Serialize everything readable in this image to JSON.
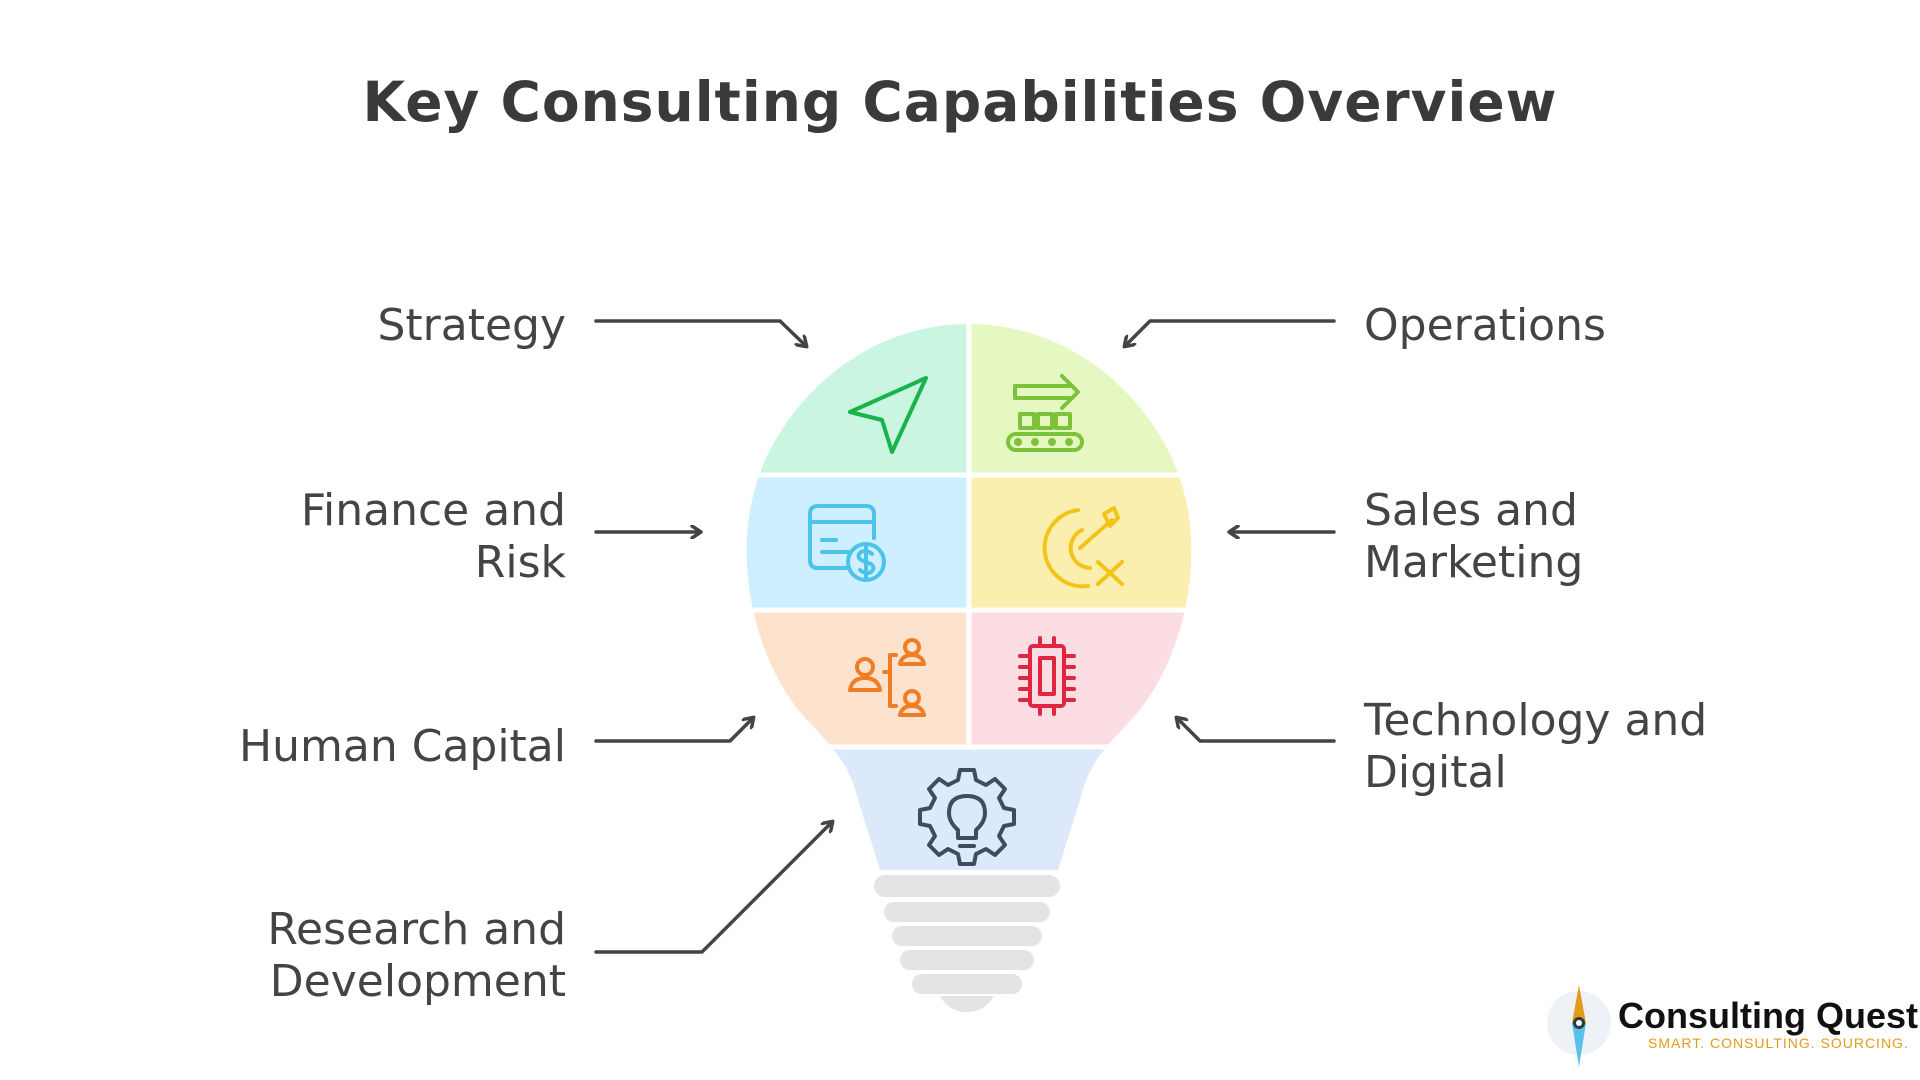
{
  "title": "Key Consulting Capabilities Overview",
  "capabilities": [
    {
      "label": "Strategy",
      "icon": "paper-plane-icon",
      "fill": "#c9f5e1",
      "stroke": "#18b34a"
    },
    {
      "label": "Operations",
      "icon": "conveyor-belt-icon",
      "fill": "#e6f8c2",
      "stroke": "#7cc23a"
    },
    {
      "label": "Finance and\nRisk",
      "icon": "credit-card-dollar-icon",
      "fill": "#cdefff",
      "stroke": "#4cc3ea"
    },
    {
      "label": "Sales and\nMarketing",
      "icon": "target-arrow-icon",
      "fill": "#fbefb0",
      "stroke": "#f2c418"
    },
    {
      "label": "Human Capital",
      "icon": "org-chart-people-icon",
      "fill": "#fde3ce",
      "stroke": "#ee7d25"
    },
    {
      "label": "Technology and\nDigital",
      "icon": "microchip-icon",
      "fill": "#fcdde4",
      "stroke": "#e0263f"
    },
    {
      "label": "Research and\nDevelopment",
      "icon": "gear-lightbulb-icon",
      "fill": "#dce9fb",
      "stroke": "#3f4b5e"
    }
  ],
  "brand": {
    "name": "Consulting Quest",
    "tagline": "SMART. CONSULTING. SOURCING.",
    "icon": "compass-needle-icon",
    "tagline_color": "#e39b1b"
  },
  "colors": {
    "arrow": "#444444",
    "divider": "#ffffff",
    "base": "#e4e4e4"
  }
}
